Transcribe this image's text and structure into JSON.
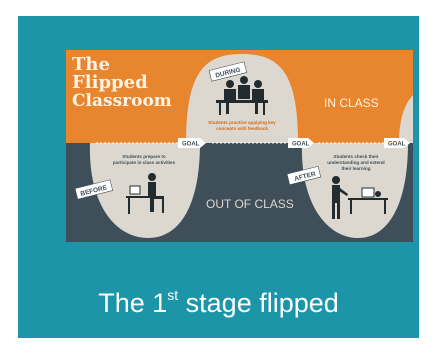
{
  "slide": {
    "background_color": "#1c95a8",
    "caption": {
      "prefix": "The 1",
      "superscript": "st",
      "suffix": " stage flipped"
    }
  },
  "infographic": {
    "title_line1": "The",
    "title_line2": "Flipped",
    "title_line3": "Classroom",
    "in_class_label": "IN CLASS",
    "out_of_class_label": "OUT OF CLASS",
    "goal_label": "GOAL",
    "stages": {
      "before": {
        "tag": "BEFORE",
        "description_line1": "Students prepare to",
        "description_line2": "participate in class activities"
      },
      "during": {
        "tag": "DURING",
        "description_line1": "Students practice applying key",
        "description_line2": "concepts with feedback"
      },
      "after": {
        "tag": "AFTER",
        "description_line1": "Students check their",
        "description_line2": "understanding and extend",
        "description_line3": "their learning"
      }
    },
    "colors": {
      "orange": "#e8852f",
      "slate": "#3f4f5a",
      "bubble": "#dcd8cf",
      "title_text": "#fff4e3",
      "tag_bg": "#ffffff"
    }
  }
}
